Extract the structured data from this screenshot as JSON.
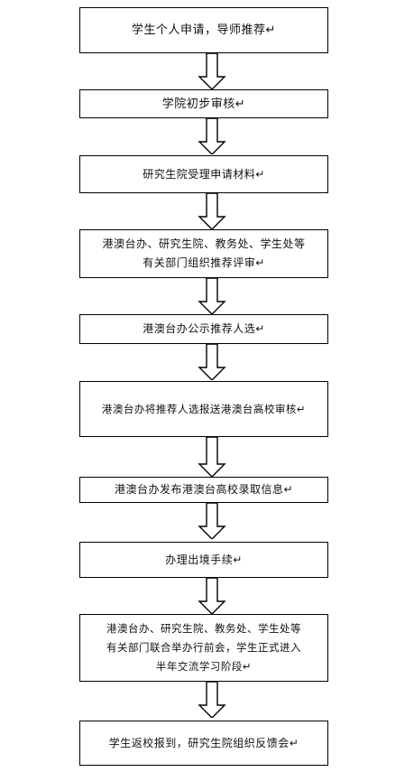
{
  "flowchart": {
    "steps": [
      "学生个人申请，导师推荐↵",
      "学院初步审核↵",
      "研究生院受理申请材料↵",
      "港澳台办、研究生院、教务处、学生处等\n有关部门组织推荐评审↵",
      "港澳台办公示推荐人选↵",
      "港澳台办将推荐人选报送港澳台高校审核↵",
      "港澳台办发布港澳台高校录取信息↵",
      "办理出境手续↵",
      "港澳台办、研究生院、教务处、学生处等\n有关部门联合举办行前会，学生正式进入\n半年交流学习阶段↵",
      "学生返校报到，研究生院组织反馈会↵"
    ],
    "arrow_style": "hollow-down-arrow",
    "box_border_color": "#000000"
  }
}
